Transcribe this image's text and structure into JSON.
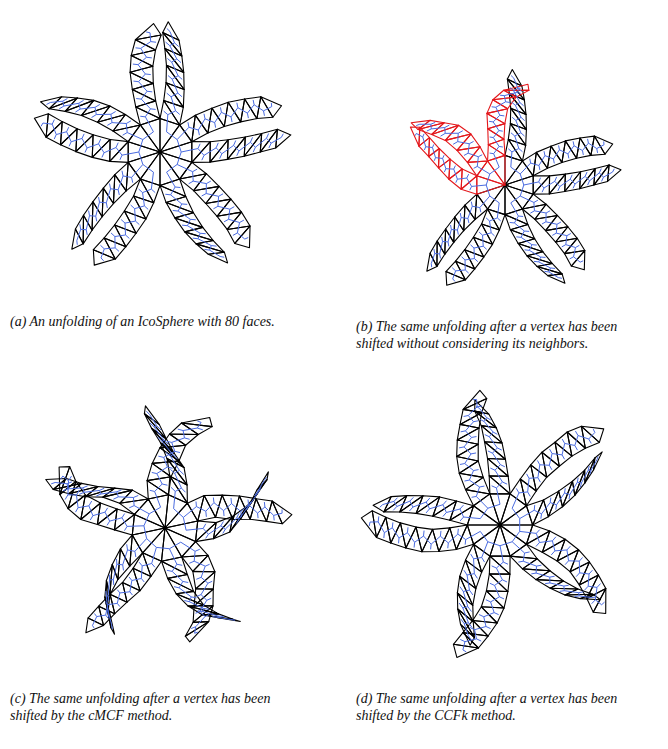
{
  "diagram": {
    "labels": [
      "(a) An unfolding of an IcoSphere with 80 faces.",
      "(b) The same unfolding after a vertex has been shifted without considering its neighbors.",
      "(c) The same unfolding after a vertex has been shifted by the cMCF method.",
      "(d) The same unfolding after a vertex has been shifted by the CCFk method."
    ]
  }
}
